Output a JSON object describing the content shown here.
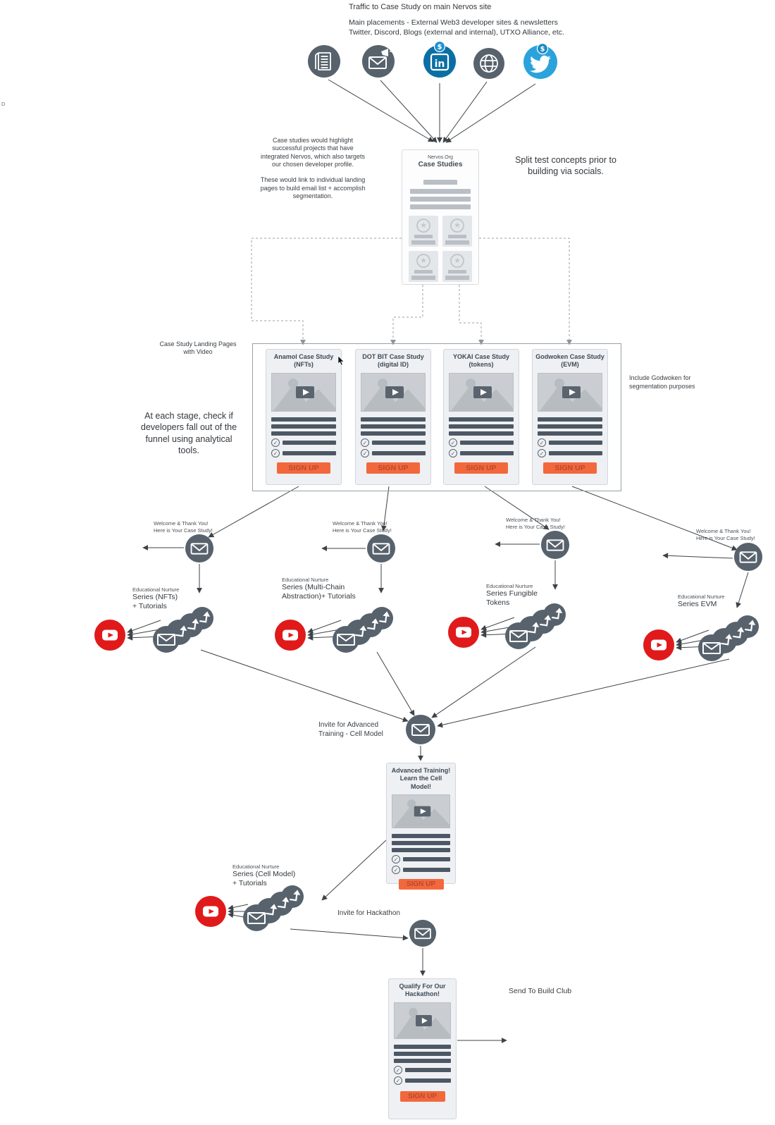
{
  "diagram": {
    "stray_label": "D",
    "header": {
      "line1": "Traffic to Case Study on main Nervos site",
      "line2": "Main placements - External Web3 developer sites & newsletters\nTwitter, Discord, Blogs (external and internal), UTXO Alliance, etc."
    },
    "channel_icons": [
      "newspaper-icon",
      "email-campaign-icon",
      "linkedin-icon",
      "globe-icon",
      "twitter-icon"
    ],
    "case_studies_box": {
      "site": "Nervos.Org",
      "title": "Case Studies"
    },
    "notes": {
      "highlight": "Case studies would highlight successful projects that have integrated Nervos, which also targets our chosen developer profile.\n\nThese would link to individual landing pages to build email list + accomplish segmentation.",
      "split_test": "Split test concepts prior to building via socials.",
      "landing_pages_label": "Case Study Landing Pages\nwith Video",
      "funnel_check": "At each stage, check if developers fall out of the funnel using analytical tools.",
      "godwoken": "Include Godwoken for\nsegmentation purposes",
      "invite_training": "Invite for Advanced\nTraining - Cell Model",
      "invite_hackathon": "Invite for Hackathon",
      "send_build_club": "Send To Build Club"
    },
    "welcome_note": "Welcome & Thank You!\nHere is Your Case Study!",
    "landing_cards": [
      {
        "title": "Anamol Case Study (NFTs)",
        "cta": "SIGN UP"
      },
      {
        "title": "DOT BIT Case Study (digital ID)",
        "cta": "SIGN UP"
      },
      {
        "title": "YOKAI Case Study (tokens)",
        "cta": "SIGN UP"
      },
      {
        "title": "Godwoken Case Study (EVM)",
        "cta": "SIGN UP"
      }
    ],
    "nurture_series": [
      {
        "kicker": "Educational Nurture",
        "title": "Series (NFTs)\n+ Tutorials"
      },
      {
        "kicker": "Educational Nurture",
        "title": "Series (Multi-Chain\nAbstraction)+ Tutorials"
      },
      {
        "kicker": "Educational Nurture",
        "title": "Series Fungible\nTokens"
      },
      {
        "kicker": "Educational Nurture",
        "title": "Series EVM"
      },
      {
        "kicker": "Educational Nurture",
        "title": "Series (Cell Model)\n+ Tutorials"
      }
    ],
    "training_card": {
      "title": "Advanced Training! Learn the Cell Model!",
      "cta": "SIGN UP"
    },
    "hackathon_card": {
      "title": "Qualify For Our Hackathon!",
      "cta": "SIGN UP"
    },
    "colors": {
      "node_gray": "#57626c",
      "bar_gray": "#4d5864",
      "accent_orange": "#f2683c",
      "youtube_red": "#e01a1a",
      "linkedin_blue": "#0b6fa4",
      "twitter_blue": "#2aa3dc"
    }
  }
}
